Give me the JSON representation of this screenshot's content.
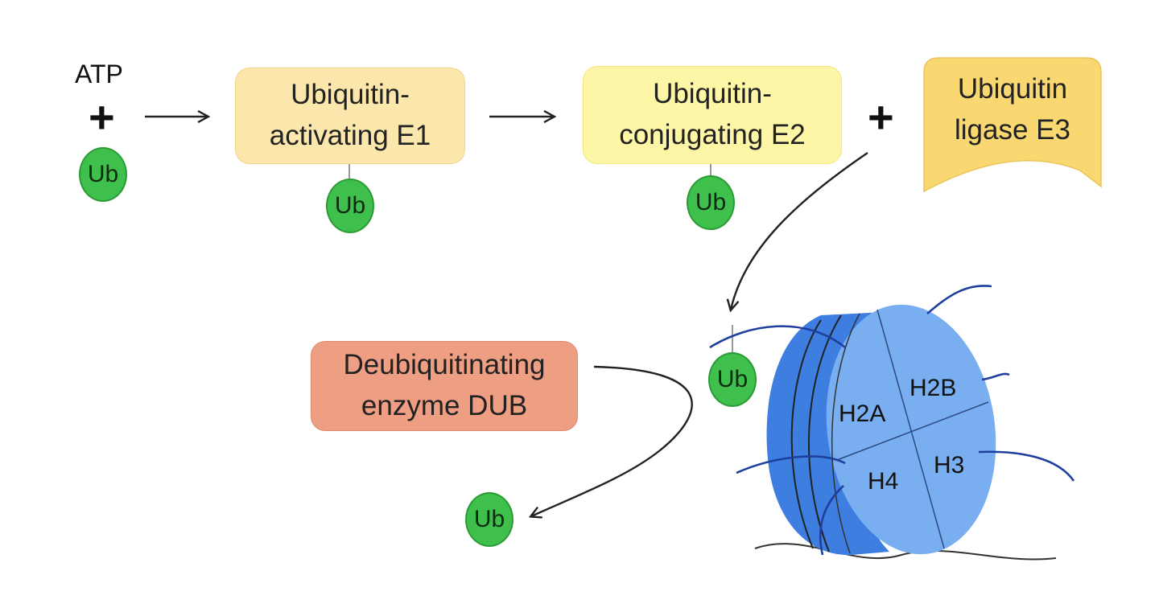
{
  "reactants": {
    "atp": "ATP",
    "plus": "+"
  },
  "ub_label": "Ub",
  "enzymes": {
    "e1": "Ubiquitin-\nactivating E1",
    "e2": "Ubiquitin-\nconjugating E2",
    "e3": "Ubiquitin\nligase E3",
    "dub": "Deubiquitinating\nenzyme DUB"
  },
  "histones": {
    "h2a": "H2A",
    "h2b": "H2B",
    "h3": "H3",
    "h4": "H4"
  },
  "colors": {
    "ub_fill": "#3fbf4c",
    "e1_fill": "#fbe7ac",
    "e2_fill": "#fdf6a6",
    "e3_fill": "#f9d872",
    "dub_fill": "#ee9e83",
    "nucleosome_face": "#79aff0",
    "nucleosome_side": "#3d7ee0",
    "histone_tail": "#1f3f9e"
  }
}
